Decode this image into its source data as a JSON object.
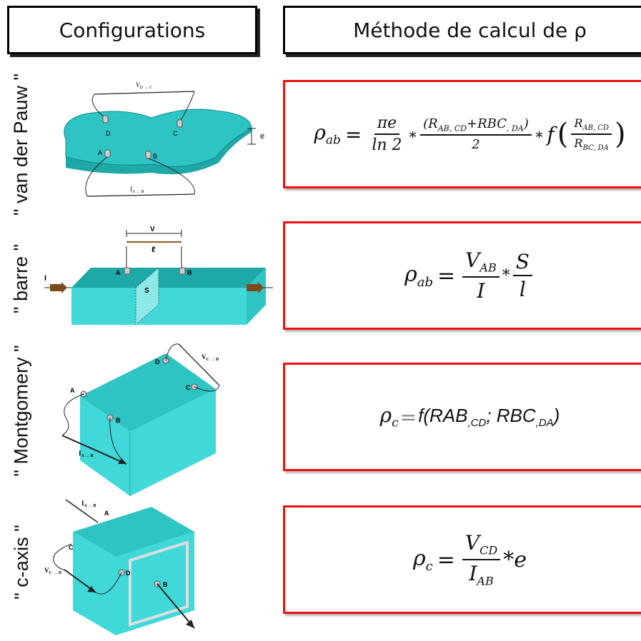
{
  "header": {
    "left_title": "Configurations",
    "right_title": "Méthode de calcul de ρ"
  },
  "rows": [
    {
      "label": "\" van der Pauw \"",
      "illustration": {
        "top_label": "V",
        "top_label_sub": "D → C",
        "bottom_label": "I",
        "bottom_label_sub": "A → B",
        "thickness_label": "e",
        "contacts": [
          "D",
          "C",
          "A",
          "B"
        ]
      },
      "formula": {
        "lhs": "ρ",
        "lhs_sub": "ab",
        "coef_num": "πe",
        "coef_den": "ln 2",
        "mid_num": "(R",
        "mid_num_sub1": "AB, CD",
        "mid_num_plus": "+RBC",
        "mid_num_sub2": ", DA",
        "mid_num_close": ")",
        "mid_den": "2",
        "f": "f",
        "f_num": "R",
        "f_num_sub": "AB, CD",
        "f_den": "R",
        "f_den_sub": "BC, DA"
      }
    },
    {
      "label": "\" barre \"",
      "illustration": {
        "v_label": "V",
        "l_label": "ℓ",
        "i_label": "I",
        "s_label": "S",
        "contacts": [
          "A",
          "B"
        ]
      },
      "formula": {
        "lhs": "ρ",
        "lhs_sub": "ab",
        "num": "V",
        "num_sub": "AB",
        "den": "I",
        "times": "*",
        "num2": "S",
        "den2": "l"
      }
    },
    {
      "label": "\" Montgomery \"",
      "illustration": {
        "v_label": "V",
        "v_label_sub": "C → D",
        "i_label": "I",
        "i_label_sub": "A → B",
        "contacts": [
          "D",
          "A",
          "C",
          "B"
        ]
      },
      "formula": {
        "lhs": "ρ",
        "lhs_sub": "c",
        "rhs_eq": "=",
        "rhs_f": "f(RAB",
        "rhs_sub1": ",CD",
        "rhs_mid": "; RBC",
        "rhs_sub2": ",DA",
        "rhs_close": ")"
      }
    },
    {
      "label": "\" c-axis \"",
      "illustration": {
        "i_label": "I",
        "i_label_sub": "A → B",
        "v_label": "V",
        "v_label_sub": "C → D",
        "contacts": [
          "A",
          "C",
          "D",
          "B"
        ]
      },
      "formula": {
        "lhs": "ρ",
        "lhs_sub": "c",
        "num": "V",
        "num_sub": "CD",
        "den": "I",
        "den_sub": "AB",
        "tail": "*e"
      }
    }
  ],
  "colors": {
    "box_border": "#e11111",
    "slab": "#40d8d8",
    "slab_dark": "#1ea8a8",
    "slab_side": "#2fc4c4"
  }
}
